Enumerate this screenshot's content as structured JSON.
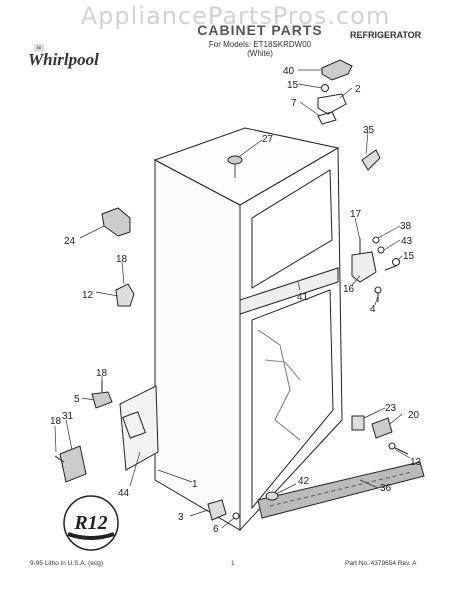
{
  "watermark": "AppliancePartsPros.com",
  "header": {
    "brand": "Whirlpool",
    "title": "CABINET PARTS",
    "models": "For Models: ET18SKRDW00",
    "variant": "(White)",
    "category": "REFRIGERATOR"
  },
  "callouts": {
    "c40": "40",
    "c15a": "15",
    "c2": "2",
    "c7": "7",
    "c35": "35",
    "c27": "27",
    "c17": "17",
    "c38": "38",
    "c43": "43",
    "c15b": "15",
    "c16": "16",
    "c4": "4",
    "c24": "24",
    "c18a": "18",
    "c12": "12",
    "c41": "41",
    "c18b": "18",
    "c5": "5",
    "c31": "31",
    "c18c": "18",
    "c44": "44",
    "c1": "1",
    "c23": "23",
    "c20": "20",
    "c13": "13",
    "c42": "42",
    "c36": "36",
    "c3": "3",
    "c6": "6"
  },
  "badge": {
    "text": "R12"
  },
  "footer": {
    "left": "9-95 Litho in U.S.A. (ecg)",
    "page": "1",
    "right": "Part No. 4379654 Rev. A"
  }
}
